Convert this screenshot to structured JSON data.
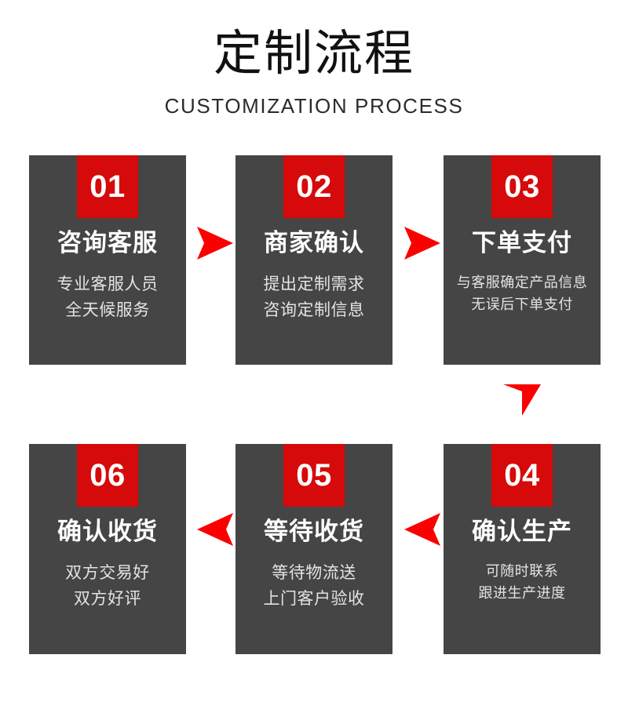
{
  "header": {
    "title": "定制流程",
    "subtitle": "CUSTOMIZATION PROCESS"
  },
  "colors": {
    "card_background": "#454545",
    "number_badge": "#d60a0a",
    "arrow": "#fb0000",
    "title_text": "#111111",
    "card_title_text": "#ffffff",
    "card_desc_text": "#e3e3e3",
    "page_background": "#ffffff"
  },
  "steps": [
    {
      "number": "01",
      "title": "咨询客服",
      "desc_line1": "专业客服人员",
      "desc_line2": "全天候服务"
    },
    {
      "number": "02",
      "title": "商家确认",
      "desc_line1": "提出定制需求",
      "desc_line2": "咨询定制信息"
    },
    {
      "number": "03",
      "title": "下单支付",
      "desc_line1": "与客服确定产品信息",
      "desc_line2": "无误后下单支付"
    },
    {
      "number": "04",
      "title": "确认生产",
      "desc_line1": "可随时联系",
      "desc_line2": "跟进生产进度"
    },
    {
      "number": "05",
      "title": "等待收货",
      "desc_line1": "等待物流送",
      "desc_line2": "上门客户验收"
    },
    {
      "number": "06",
      "title": "确认收货",
      "desc_line1": "双方交易好",
      "desc_line2": "双方好评"
    }
  ],
  "connectors": [
    {
      "name": "arrow-right-step1-to-step2",
      "direction": "right"
    },
    {
      "name": "arrow-right-step2-to-step3",
      "direction": "right"
    },
    {
      "name": "arrow-down-step3-to-step4",
      "direction": "down"
    },
    {
      "name": "arrow-left-step4-to-step5",
      "direction": "left"
    },
    {
      "name": "arrow-left-step5-to-step6",
      "direction": "left"
    }
  ]
}
